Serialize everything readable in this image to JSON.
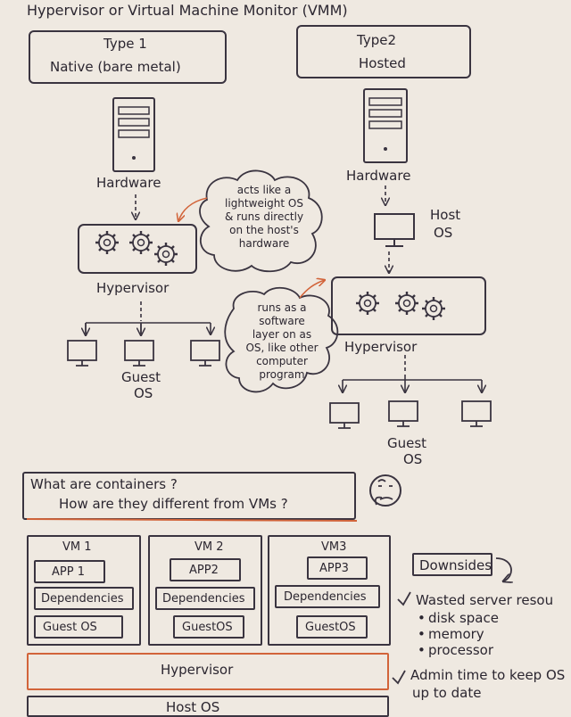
{
  "title": "Hypervisor or Virtual Machine Monitor (VMM)",
  "type1": {
    "label": "Type 1",
    "sublabel": "Native (bare metal)"
  },
  "type2": {
    "label": "Type2",
    "sublabel": "Hosted"
  },
  "left": {
    "hardware": "Hardware",
    "hypervisor": "Hypervisor",
    "guest_line1": "Guest",
    "guest_line2": "OS",
    "cloud_lines": [
      "acts like a",
      "lightweight OS",
      "& runs directly",
      "on the host's",
      "hardware"
    ]
  },
  "right": {
    "hardware": "Hardware",
    "host_os_line1": "Host",
    "host_os_line2": "OS",
    "hypervisor": "Hypervisor",
    "guest_line1": "Guest",
    "guest_line2": "OS",
    "cloud_lines": [
      "runs as a",
      "software",
      "layer on as",
      "OS, like other",
      "computer",
      "program"
    ]
  },
  "question": {
    "line1": "What are containers ?",
    "line2": "How are they different from VMs ?"
  },
  "vms": [
    {
      "name": "VM 1",
      "app": "APP 1",
      "deps": "Dependencies",
      "os": "Guest OS"
    },
    {
      "name": "VM 2",
      "app": "APP2",
      "deps": "Dependencies",
      "os": "GuestOS"
    },
    {
      "name": "VM3",
      "app": "APP3",
      "deps": "Dependencies",
      "os": "GuestOS"
    }
  ],
  "hypervisor_bar": "Hypervisor",
  "host_os_bar": "Host OS",
  "downsides": {
    "title": "Downsides",
    "wasted": "Wasted server resou",
    "items": [
      "disk space",
      "memory",
      "processor"
    ],
    "admin_line1": "Admin time to keep OS",
    "admin_line2": "up to date"
  }
}
